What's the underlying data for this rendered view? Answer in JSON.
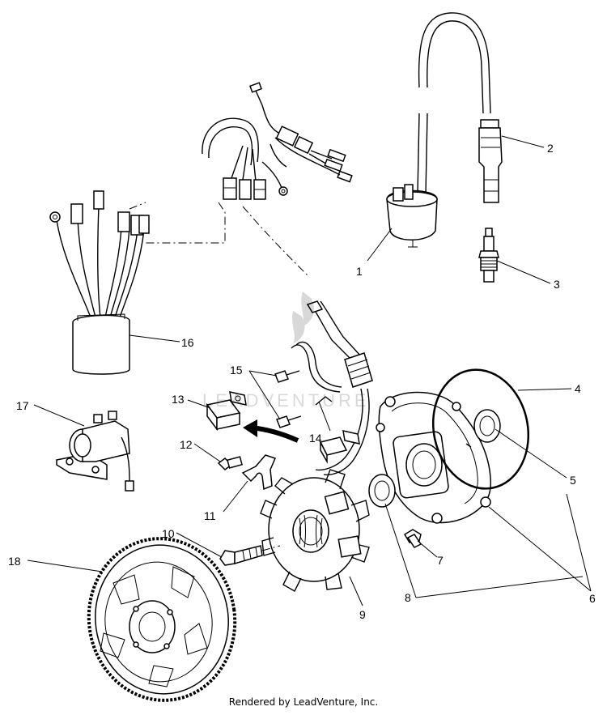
{
  "labels": {
    "p1": "1",
    "p2": "2",
    "p3": "3",
    "p4": "4",
    "p5": "5",
    "p6": "6",
    "p7": "7",
    "p8": "8",
    "p9": "9",
    "p10": "10",
    "p11": "11",
    "p12": "12",
    "p13": "13",
    "p14": "14",
    "p15": "15",
    "p16": "16",
    "p17": "17",
    "p18": "18"
  },
  "footer": "Rendered by LeadVenture, Inc."
}
